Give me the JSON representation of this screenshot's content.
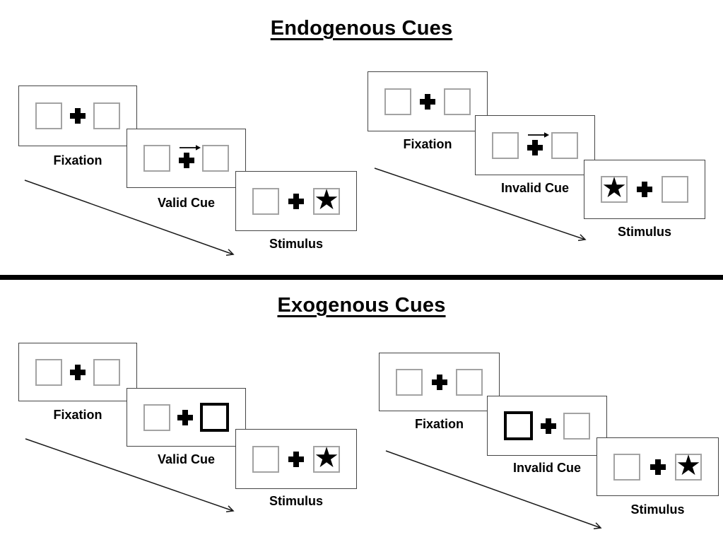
{
  "figure": {
    "glyphs": {
      "star": "★"
    },
    "colors": {
      "ink": "#000000",
      "frame_border": "#454545",
      "box_border": "#a3a3a3",
      "divider": "#000000"
    },
    "sections": [
      {
        "title": "Endogenous Cues",
        "panels": [
          {
            "name": "valid-trial",
            "frames": [
              {
                "label": "Fixation"
              },
              {
                "label": "Valid Cue",
                "cue": "central arrow pointing right"
              },
              {
                "label": "Stimulus",
                "star_side": "right"
              }
            ]
          },
          {
            "name": "invalid-trial",
            "frames": [
              {
                "label": "Fixation"
              },
              {
                "label": "Invalid Cue",
                "cue": "central arrow pointing right"
              },
              {
                "label": "Stimulus",
                "star_side": "left"
              }
            ]
          }
        ]
      },
      {
        "title": "Exogenous Cues",
        "panels": [
          {
            "name": "valid-trial",
            "frames": [
              {
                "label": "Fixation"
              },
              {
                "label": "Valid Cue",
                "cue": "right box thick border"
              },
              {
                "label": "Stimulus",
                "star_side": "right"
              }
            ]
          },
          {
            "name": "invalid-trial",
            "frames": [
              {
                "label": "Fixation"
              },
              {
                "label": "Invalid Cue",
                "cue": "left box thick border"
              },
              {
                "label": "Stimulus",
                "star_side": "right"
              }
            ]
          }
        ]
      }
    ]
  }
}
